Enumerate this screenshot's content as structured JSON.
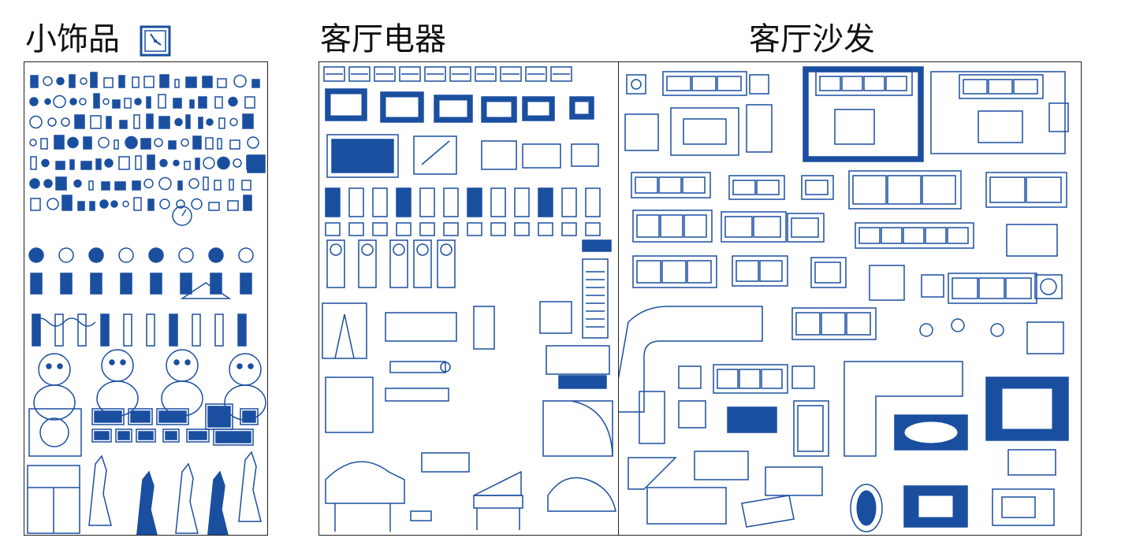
{
  "accent_color": "#1a4fa0",
  "sections": [
    {
      "title": "小饰品",
      "icon": "wall-clock-icon"
    },
    {
      "title": "客厅电器",
      "icon": ""
    },
    {
      "title": "客厅沙发",
      "icon": ""
    }
  ],
  "panels": [
    {
      "name": "decorations",
      "symbols": [
        "vase-icon",
        "figurine-icon",
        "clock-icon",
        "cartoon-bear-icon",
        "cartoon-lion-icon",
        "cartoon-hippo-icon",
        "picture-frame-icon",
        "fan-icon",
        "guitar-icon",
        "aquarium-icon",
        "tree-sculpture-icon"
      ]
    },
    {
      "name": "appliances",
      "symbols": [
        "dvd-player-icon",
        "tv-icon",
        "speaker-icon",
        "computer-icon",
        "water-dispenser-icon",
        "air-conditioner-icon",
        "exercise-machine-icon",
        "treadmill-icon",
        "grand-piano-icon",
        "upright-piano-icon"
      ]
    },
    {
      "name": "sofas",
      "symbols": [
        "sofa-set-icon",
        "armchair-icon",
        "coffee-table-icon",
        "corner-sofa-icon",
        "rug-icon",
        "dining-set-icon",
        "lamp-table-icon"
      ]
    }
  ]
}
